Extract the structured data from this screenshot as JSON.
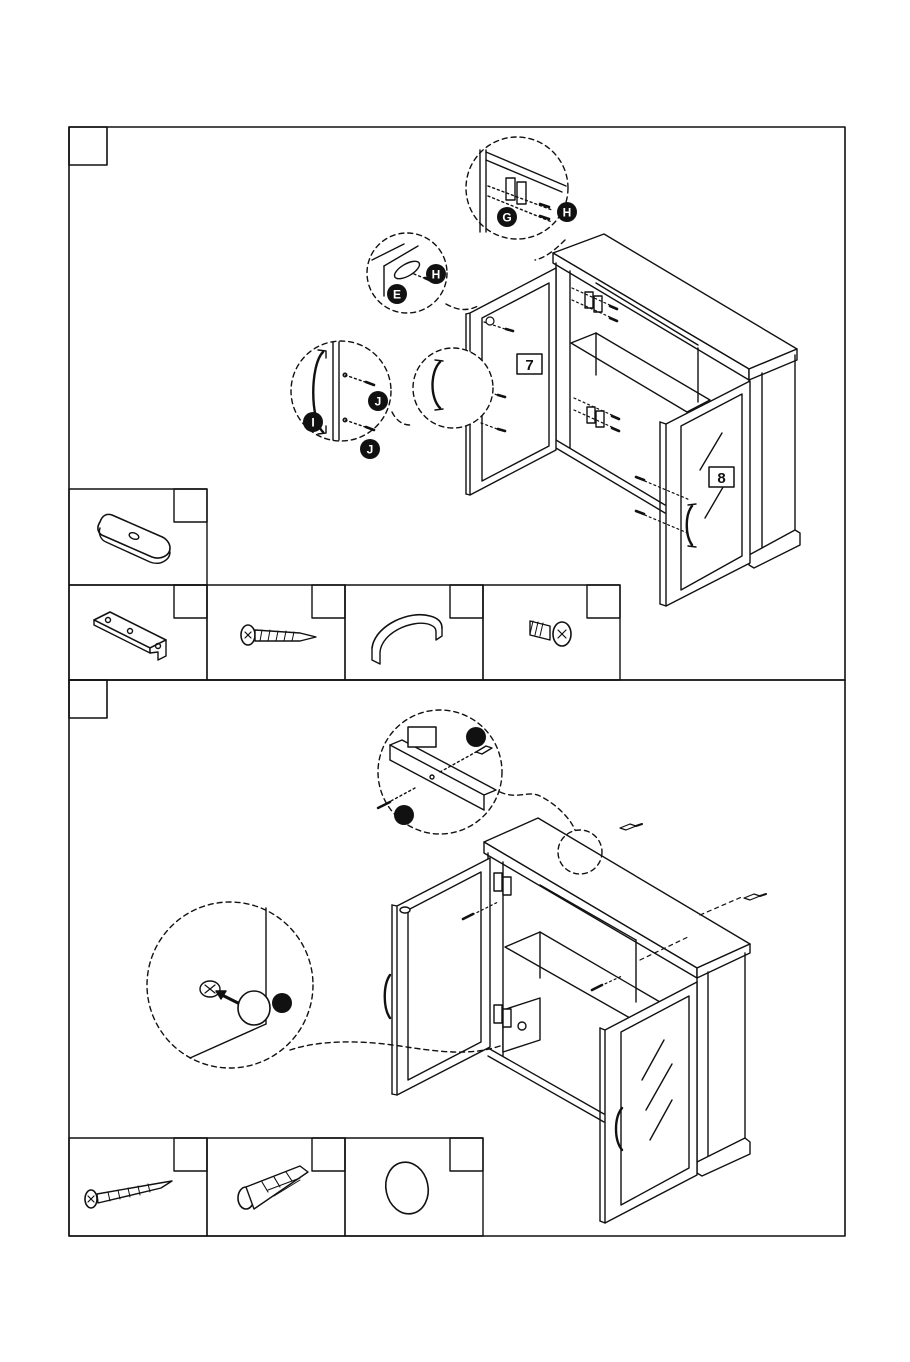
{
  "colors": {
    "ink": "#111111",
    "paper": "#ffffff",
    "glass": "#f6f6f6"
  },
  "step1": {
    "panel_labels": [
      "7",
      "8"
    ],
    "callouts": {
      "e": "E",
      "g": "G",
      "h_top": "H",
      "h_mid": "H",
      "i": "I",
      "j_top": "J",
      "j_bottom": "J"
    },
    "parts": [
      {
        "icon": "cam-plate-icon"
      },
      {
        "icon": "hinge-plate-icon"
      },
      {
        "icon": "wood-screw-icon"
      },
      {
        "icon": "door-handle-icon"
      },
      {
        "icon": "bolt-icon"
      }
    ]
  },
  "step2": {
    "parts": [
      {
        "icon": "long-screw-icon"
      },
      {
        "icon": "wall-anchor-icon"
      },
      {
        "icon": "bumper-pad-icon"
      }
    ]
  }
}
